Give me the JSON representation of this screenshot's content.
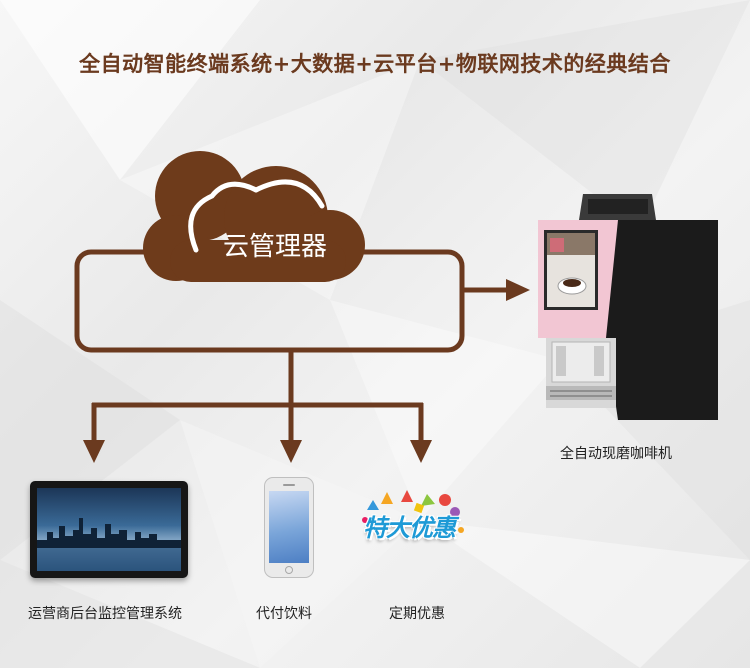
{
  "headline": "全自动智能终端系统+大数据+云平台+物联网技术的经典结合",
  "cloud": {
    "label": "云管理器"
  },
  "nodes": {
    "coffee_machine": {
      "caption": "全自动现磨咖啡机"
    },
    "backend_monitor": {
      "caption": "运营商后台监控管理系统"
    },
    "agent_drinks": {
      "caption": "代付饮料"
    },
    "promotions": {
      "caption": "定期优惠",
      "badge_text": "特大优惠"
    }
  },
  "colors": {
    "brown": "#6b3a1f",
    "cloud": "#6e3b1b",
    "machine_pink": "#f2c6d3",
    "machine_dark": "#1b1b1b",
    "promo_blue": "#1e9ad6"
  }
}
